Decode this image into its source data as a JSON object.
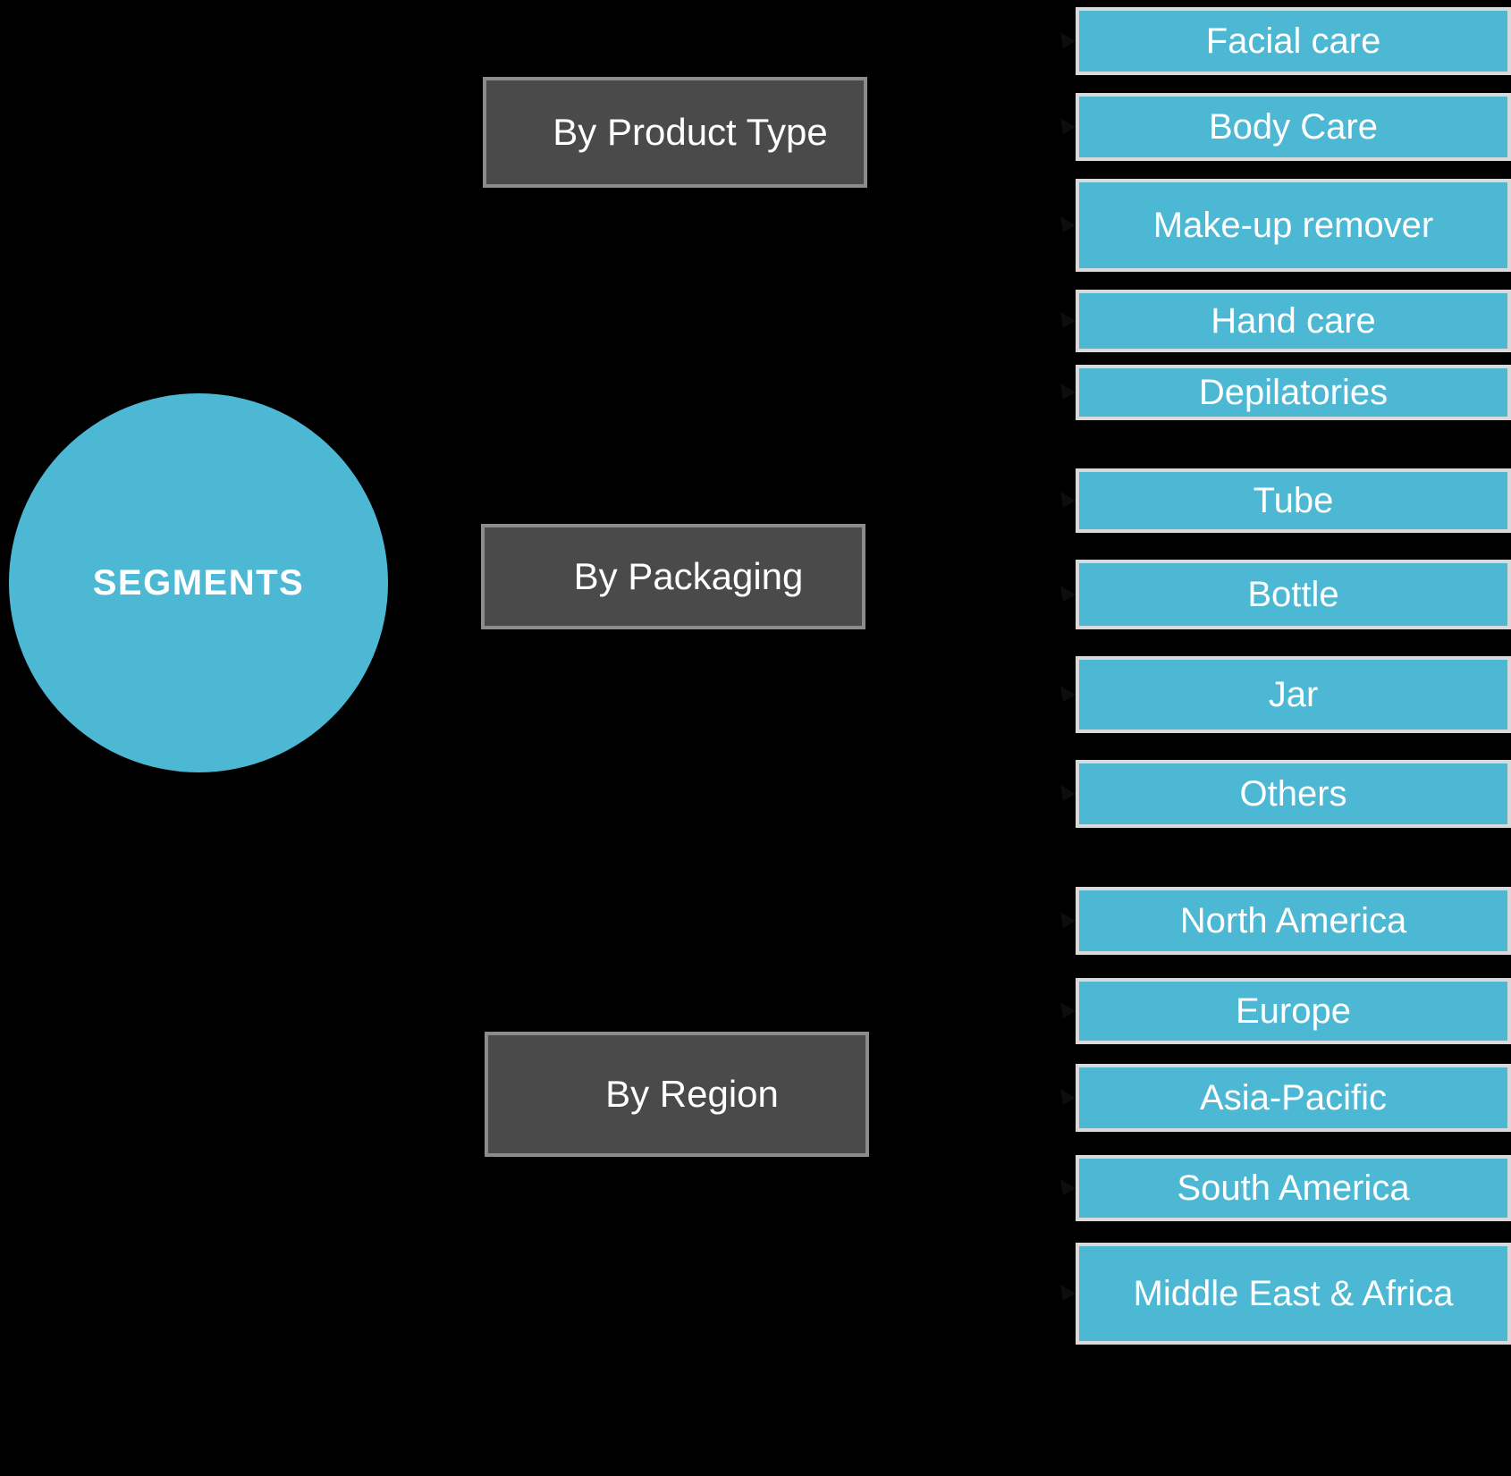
{
  "diagram": {
    "title": "Segments breakdown diagram",
    "background_color": "#000000",
    "accent_color": "#4DB8D4",
    "category_fill": "#4A4A4A",
    "category_border": "#8C8C8C",
    "leaf_border": "#D9D9D9",
    "text_color": "#FFFFFF"
  },
  "hub": {
    "label": "SEGMENTS"
  },
  "categories": [
    {
      "id": "product",
      "label": "By Product\nType"
    },
    {
      "id": "packaging",
      "label": "By Packaging"
    },
    {
      "id": "region",
      "label": "By Region"
    }
  ],
  "category_labels": {
    "product": "By Product Type",
    "packaging": "By Packaging",
    "region": "By Region"
  },
  "groups": {
    "product_type": {
      "items": [
        {
          "label": "Facial care"
        },
        {
          "label": "Body Care"
        },
        {
          "label": "Make-up remover"
        },
        {
          "label": "Hand care"
        },
        {
          "label": "Depilatories"
        }
      ]
    },
    "packaging": {
      "items": [
        {
          "label": "Tube"
        },
        {
          "label": "Bottle"
        },
        {
          "label": "Jar"
        },
        {
          "label": "Others"
        }
      ]
    },
    "region": {
      "items": [
        {
          "label": "North America"
        },
        {
          "label": "Europe"
        },
        {
          "label": "Asia-Pacific"
        },
        {
          "label": "South America"
        },
        {
          "label": "Middle East & Africa"
        }
      ]
    }
  }
}
